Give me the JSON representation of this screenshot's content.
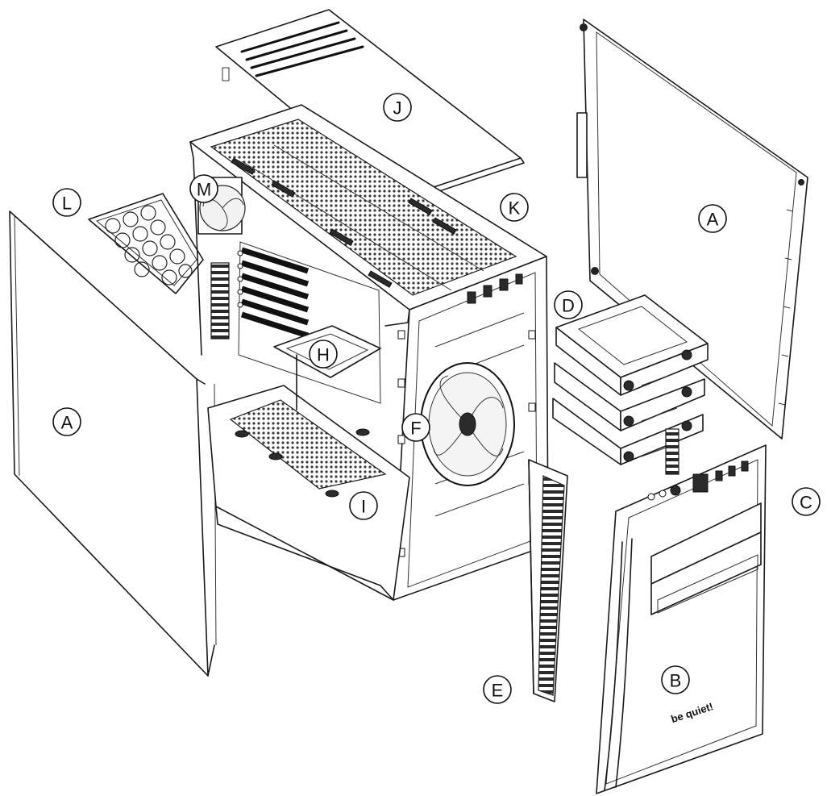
{
  "callouts": {
    "A_left": "A",
    "A_right": "A",
    "B": "B",
    "C": "C",
    "D": "D",
    "E": "E",
    "F": "F",
    "H": "H",
    "I": "I",
    "J": "J",
    "K": "K",
    "L": "L",
    "M": "M"
  },
  "front_logo": "be quiet!"
}
